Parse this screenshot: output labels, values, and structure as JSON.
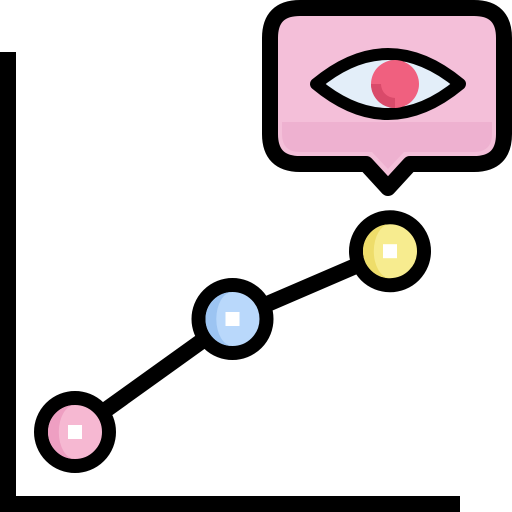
{
  "icon": {
    "name": "data-monitoring-icon",
    "description_label": ""
  },
  "colors": {
    "outline": "#000000",
    "bubble_fill": "#f4bfd9",
    "bubble_shadow": "#e9a6c8",
    "eye_white": "#e3eef9",
    "iris": "#f0607f",
    "iris_shadow": "#d94a6a",
    "node_pink": "#f6b8d2",
    "node_pink_shadow": "#ee9fc2",
    "node_blue": "#b9d8fb",
    "node_blue_shadow": "#9cc4f2",
    "node_yellow": "#f7ec8f",
    "node_yellow_shadow": "#eedd6a",
    "highlight": "#ffffff"
  },
  "chart_data": {
    "type": "line",
    "points": [
      {
        "x": 0,
        "y": 0
      },
      {
        "x": 1,
        "y": 1
      },
      {
        "x": 2,
        "y": 1.6
      }
    ]
  }
}
